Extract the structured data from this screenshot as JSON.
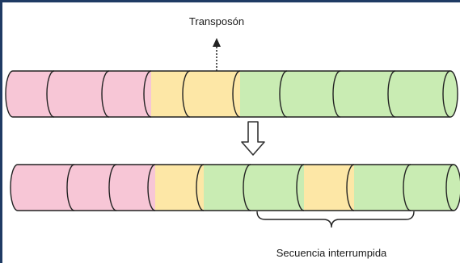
{
  "labels": {
    "transposon": "Transposón",
    "interrupted_sequence": "Secuencia interrumpida"
  },
  "colors": {
    "pink": "#f7c6d6",
    "yellow": "#fde7a6",
    "green": "#c9ecb3",
    "outline": "#222222",
    "frame": "#1f3b64"
  },
  "top_strand_segments": [
    "pink",
    "pink",
    "pink",
    "yellow",
    "yellow",
    "green",
    "green",
    "green",
    "green"
  ],
  "bottom_strand_segments": [
    "pink",
    "pink",
    "pink",
    "yellow",
    "green",
    "green",
    "yellow",
    "green",
    "green"
  ]
}
